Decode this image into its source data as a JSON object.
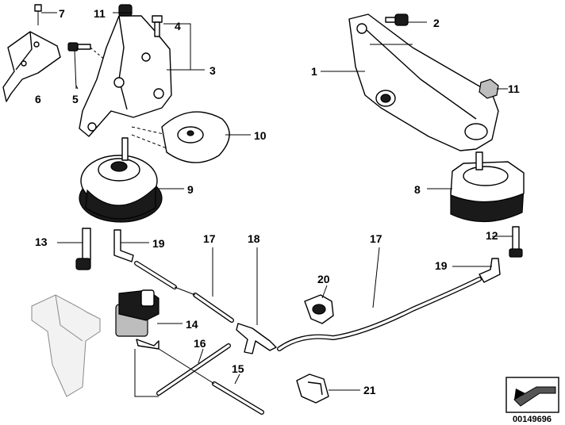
{
  "callouts": {
    "c1": "1",
    "c2": "2",
    "c3": "3",
    "c4": "4",
    "c5": "5",
    "c6": "6",
    "c7": "7",
    "c8": "8",
    "c9": "9",
    "c10": "10",
    "c11a": "11",
    "c11b": "11",
    "c12": "12",
    "c13": "13",
    "c14": "14",
    "c15": "15",
    "c16": "16",
    "c17a": "17",
    "c17b": "17",
    "c18": "18",
    "c19a": "19",
    "c19b": "19",
    "c20": "20",
    "c21": "21"
  },
  "catalog_number": "00149696",
  "icons": {
    "corner": "arrow-frame-icon"
  }
}
